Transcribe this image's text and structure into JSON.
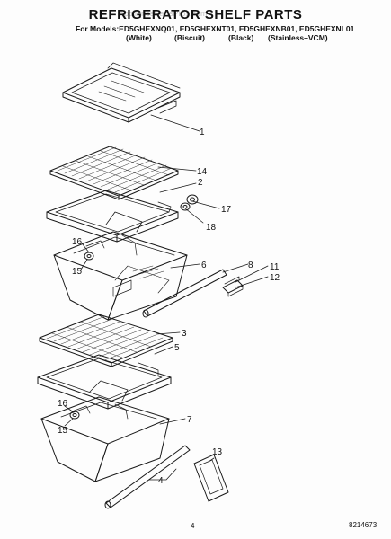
{
  "header": {
    "title": "REFRIGERATOR SHELF PARTS",
    "models_line": "For Models:ED5GHEXNQ01, ED5GHEXNT01, ED5GHEXNB01, ED5GHEXNL01",
    "colors": [
      "(White)",
      "(Biscuit)",
      "(Black)",
      "(Stainless–VCM)"
    ],
    "watermark": "AppliancePartsPros.com"
  },
  "callouts": [
    {
      "id": "1",
      "label": "1"
    },
    {
      "id": "14",
      "label": "14"
    },
    {
      "id": "2",
      "label": "2"
    },
    {
      "id": "17",
      "label": "17"
    },
    {
      "id": "18",
      "label": "18"
    },
    {
      "id": "16a",
      "label": "16"
    },
    {
      "id": "15a",
      "label": "15"
    },
    {
      "id": "6",
      "label": "6"
    },
    {
      "id": "8",
      "label": "8"
    },
    {
      "id": "11",
      "label": "11"
    },
    {
      "id": "12",
      "label": "12"
    },
    {
      "id": "3",
      "label": "3"
    },
    {
      "id": "5",
      "label": "5"
    },
    {
      "id": "16b",
      "label": "16"
    },
    {
      "id": "15b",
      "label": "15"
    },
    {
      "id": "7",
      "label": "7"
    },
    {
      "id": "13",
      "label": "13"
    },
    {
      "id": "4",
      "label": "4"
    }
  ],
  "footer": {
    "page_number": "4",
    "doc_number": "8214673"
  }
}
